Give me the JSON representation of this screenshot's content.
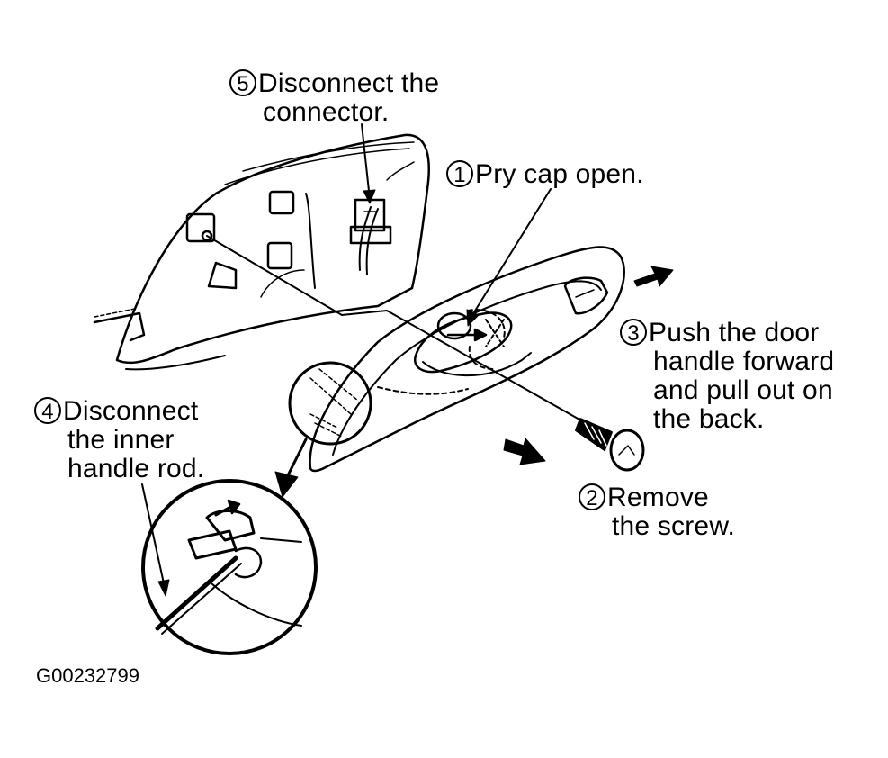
{
  "steps": [
    {
      "num": "5",
      "line1": "Disconnect the",
      "line2": "connector."
    },
    {
      "num": "1",
      "line1": "Pry cap open."
    },
    {
      "num": "3",
      "line1": "Push the door",
      "line2": "handle forward",
      "line3": "and pull out on",
      "line4": "the back."
    },
    {
      "num": "4",
      "line1": "Disconnect",
      "line2": "the inner",
      "line3": "handle rod."
    },
    {
      "num": "2",
      "line1": "Remove",
      "line2": "the screw."
    }
  ],
  "figure_code": "G00232799"
}
